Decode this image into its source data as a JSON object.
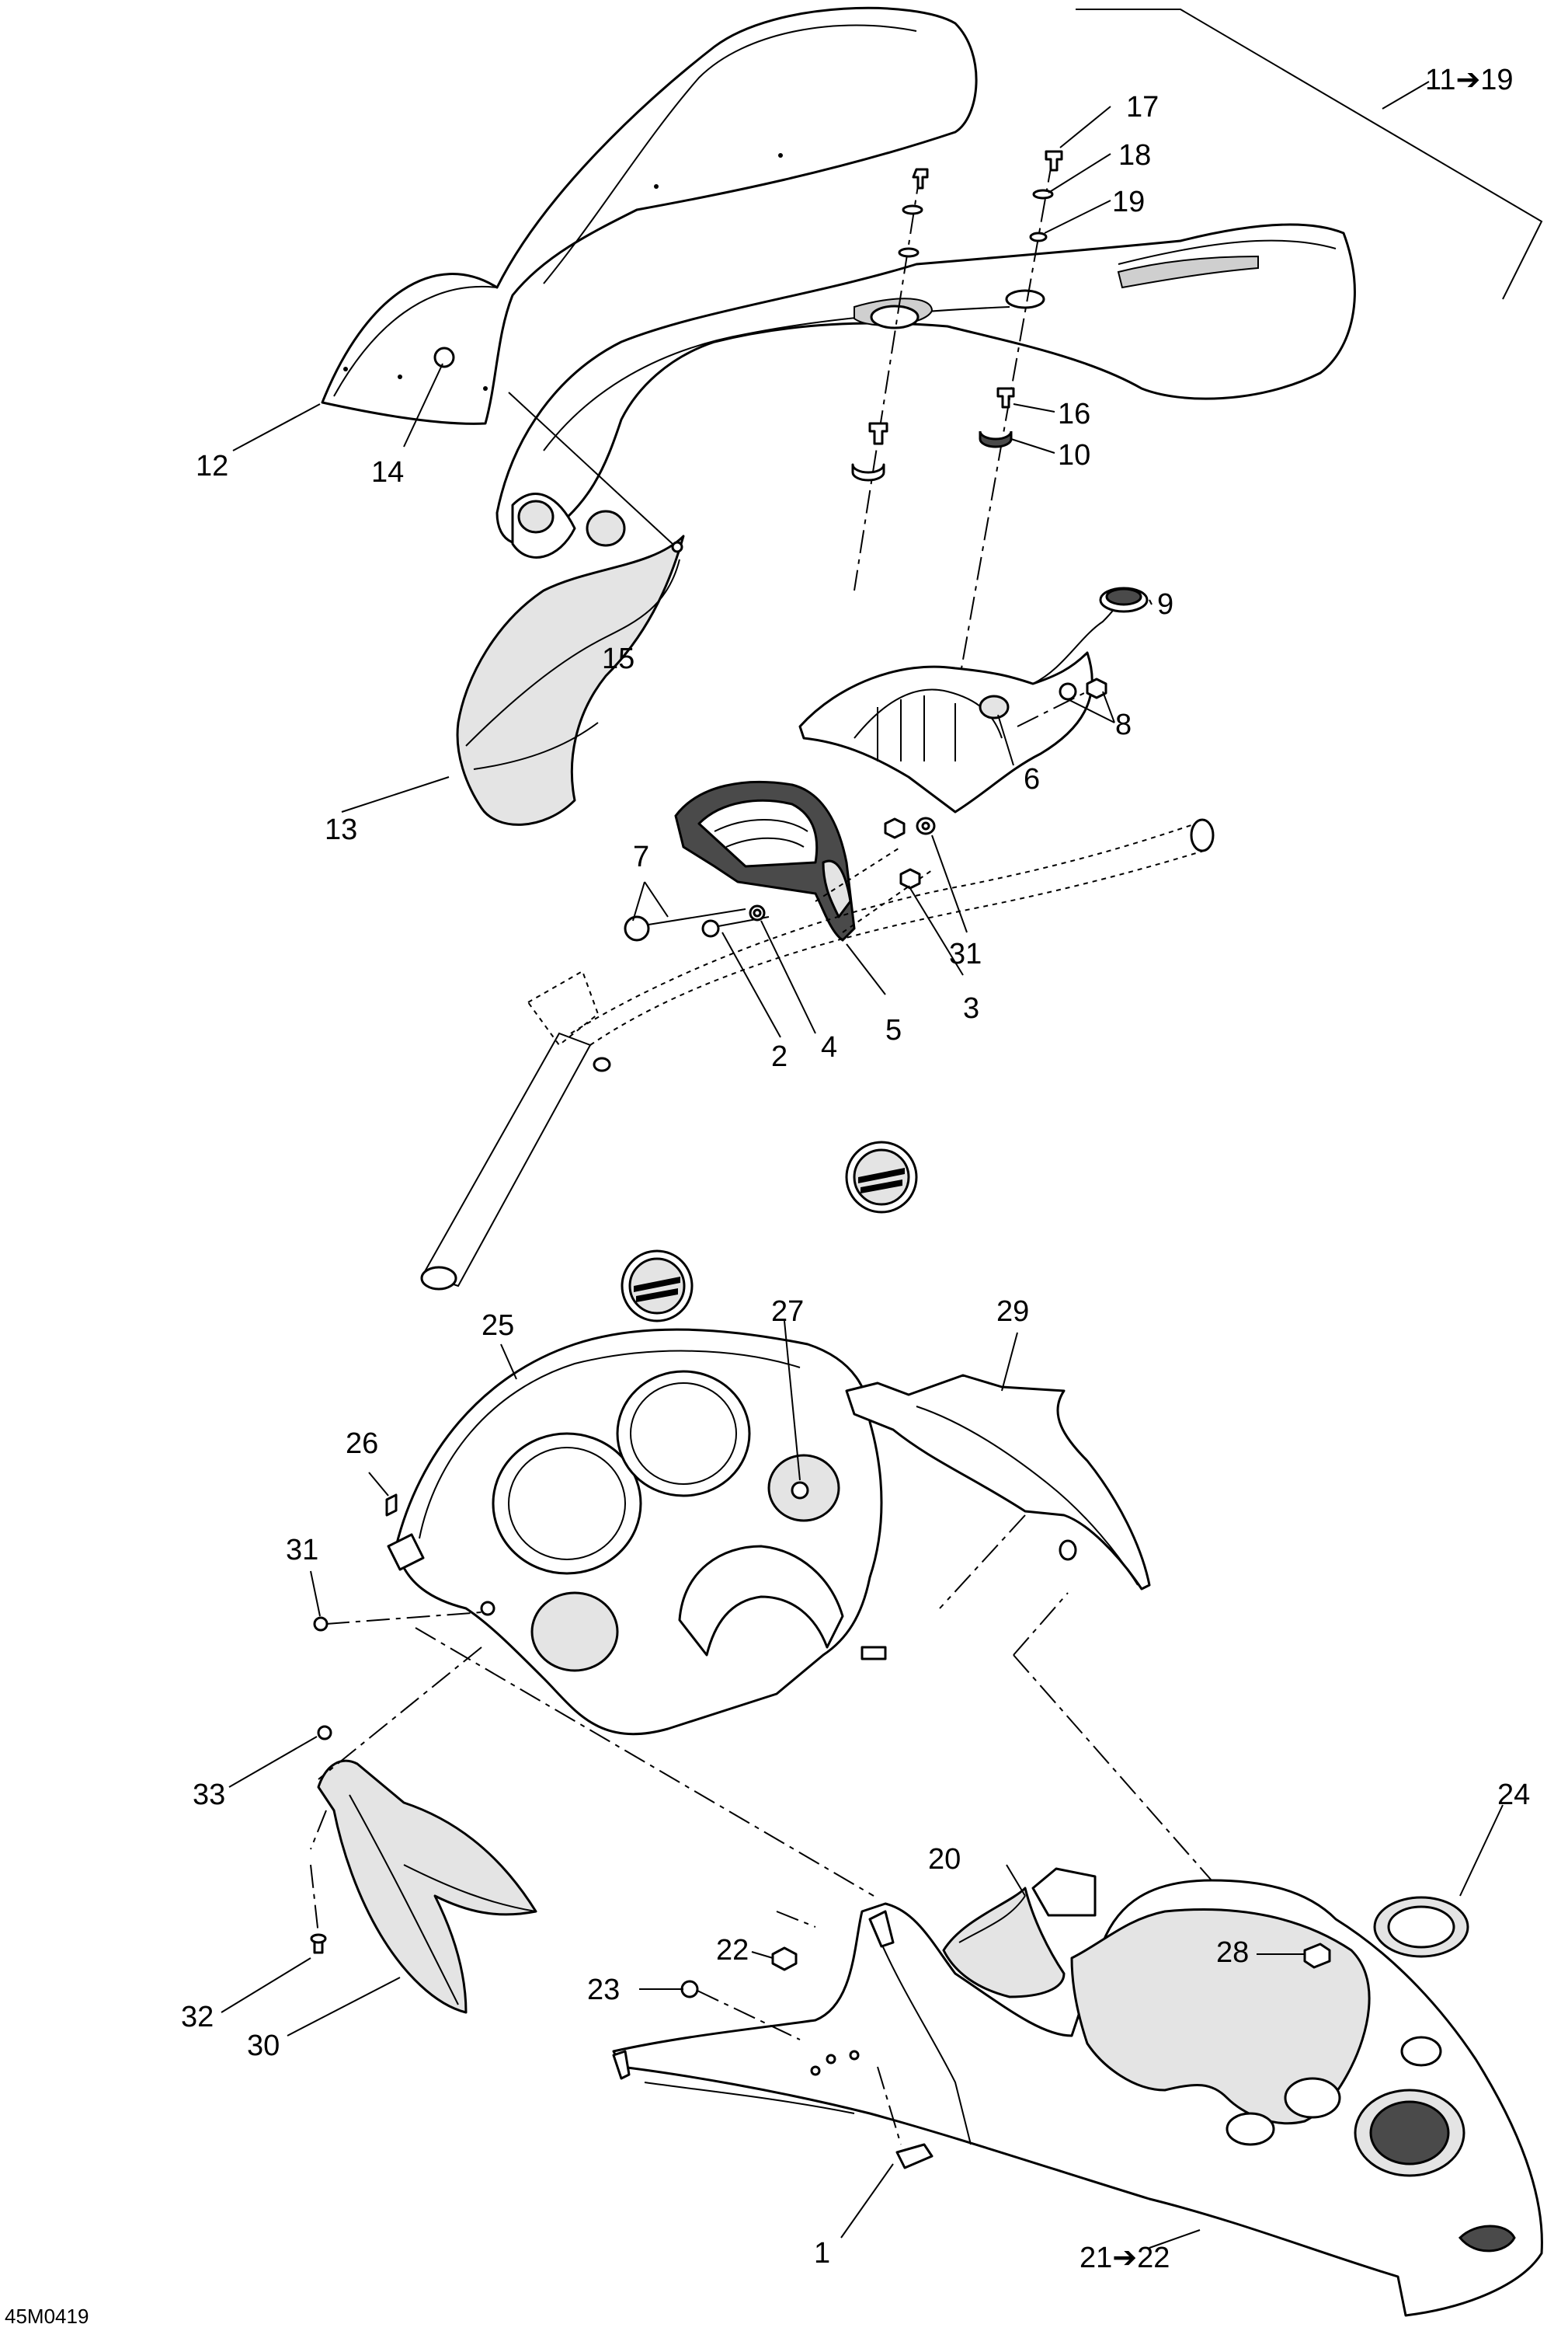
{
  "diagram": {
    "code": "45M0419",
    "callouts": {
      "c1": "1",
      "c2": "2",
      "c3": "3",
      "c4": "4",
      "c5": "5",
      "c6": "6",
      "c7": "7",
      "c8": "8",
      "c9": "9",
      "c10": "10",
      "c11_19": "11➔19",
      "c12": "12",
      "c13": "13",
      "c14": "14",
      "c15": "15",
      "c16": "16",
      "c17": "17",
      "c18": "18",
      "c19": "19",
      "c20": "20",
      "c21_22": "21➔22",
      "c22": "22",
      "c23": "23",
      "c24": "24",
      "c25": "25",
      "c26": "26",
      "c27": "27",
      "c28": "28",
      "c29": "29",
      "c30": "30",
      "c31a": "31",
      "c31b": "31",
      "c32": "32",
      "c33": "33"
    }
  }
}
